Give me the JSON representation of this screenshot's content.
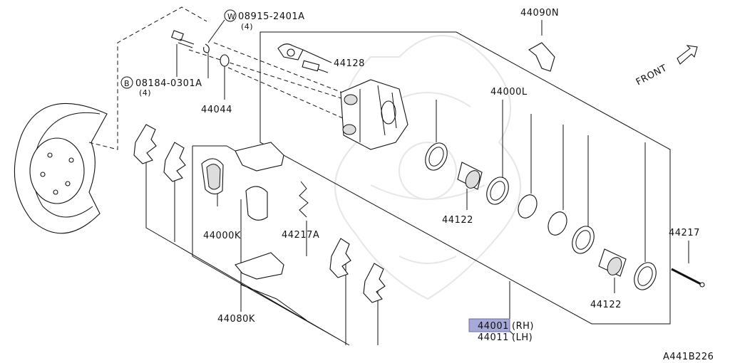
{
  "diagram_id": "A441B226",
  "front_label": "FRONT",
  "parts": {
    "bolt_w": {
      "prefix": "W",
      "number": "08915-2401A",
      "qty": "(4)"
    },
    "bolt_b": {
      "prefix": "B",
      "number": "08184-0301A",
      "qty": "(4)"
    },
    "p44044": "44044",
    "p44128": "44128",
    "p44090N": "44090N",
    "p44000L": "44000L",
    "p44122a": "44122",
    "p44122b": "44122",
    "p44000K": "44000K",
    "p44217A": "44217A",
    "p44080K": "44080K",
    "p44217": "44217",
    "p44001": {
      "number": "44001",
      "side": "(RH)"
    },
    "p44011": {
      "number": "44011",
      "side": "(LH)"
    }
  },
  "colors": {
    "highlight": "#a7a9d6",
    "line": "#111111"
  }
}
